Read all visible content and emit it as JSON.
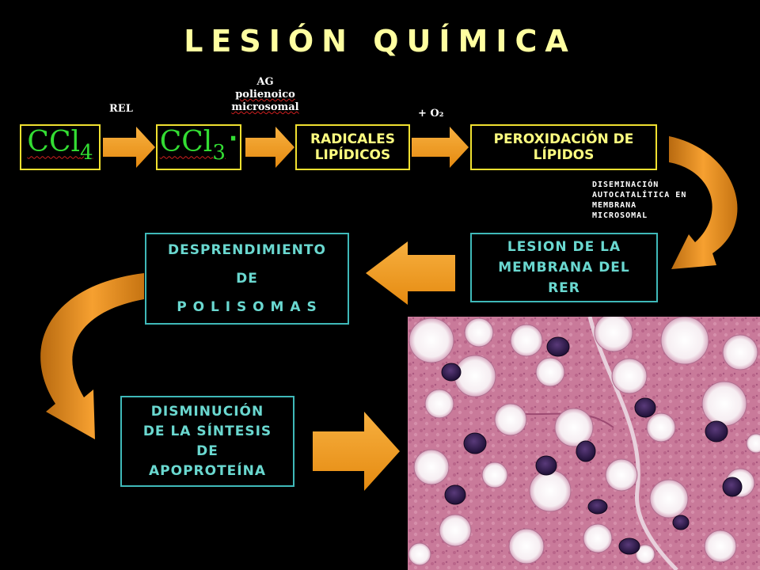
{
  "title": "LESIÓN QUÍMICA",
  "boxes": {
    "ccl4": {
      "main": "CCl",
      "sub": "4"
    },
    "ccl3": {
      "main": "CCl",
      "sub": "3",
      "dot": "·"
    },
    "radicales": [
      "RADICALES",
      "LIPÍDICOS"
    ],
    "peroxidacion": [
      "PEROXIDACIÓN DE",
      "LÍPIDOS"
    ],
    "lesion": [
      "LESION DE LA",
      "MEMBRANA DEL",
      "RER"
    ],
    "desprendimiento": [
      "DESPRENDIMIENTO",
      "DE",
      "P O L I S O M A S"
    ],
    "disminucion": [
      "DISMINUCIÓN",
      "DE LA SÍNTESIS",
      "DE",
      "APOPROTEÍNA"
    ]
  },
  "labels": {
    "rel": "REL",
    "ag": [
      "AG",
      "polienoico",
      "microsomal"
    ],
    "o2": "+ O₂",
    "diseminacion": [
      "DISEMINACIÓN",
      "AUTOCATALÍTICA EN",
      "MEMBRANA",
      "MICROSOMAL"
    ]
  },
  "colors": {
    "background": "#000000",
    "title": "#ffffa0",
    "yellow_border": "#f0e030",
    "cyan_border": "#3fb9b9",
    "arrow": "#f39a1f",
    "chem_text": "#33dd33"
  },
  "image": {
    "name": "hepatocyte-steatosis-micrograph"
  }
}
